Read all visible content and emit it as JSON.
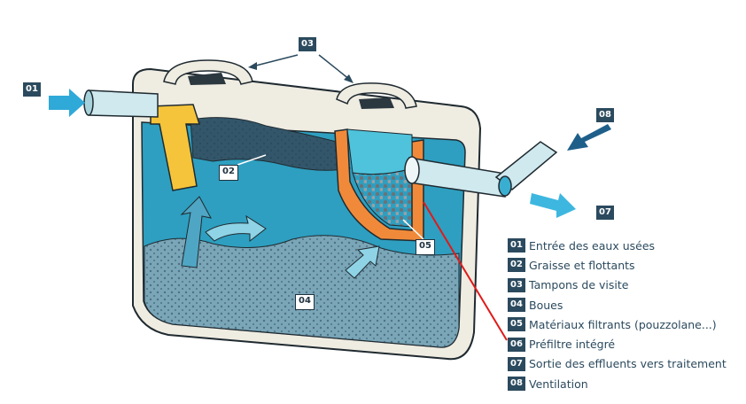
{
  "callouts": {
    "c01": "01",
    "c02": "02",
    "c03": "03",
    "c04": "04",
    "c05": "05",
    "c07": "07",
    "c08": "08"
  },
  "legend": [
    {
      "num": "01",
      "text": "Entrée des eaux usées"
    },
    {
      "num": "02",
      "text": "Graisse et flottants"
    },
    {
      "num": "03",
      "text": "Tampons de visite"
    },
    {
      "num": "04",
      "text": "Boues"
    },
    {
      "num": "05",
      "text": "Matériaux filtrants (pouzzolane...)"
    },
    {
      "num": "06",
      "text": "Préfiltre intégré"
    },
    {
      "num": "07",
      "text": "Sortie des effluents vers traitement"
    },
    {
      "num": "08",
      "text": "Ventilation"
    }
  ],
  "colors": {
    "water": "#2e9fc0",
    "shell": "#efece2",
    "filter": "#f08a3a",
    "grease": "#f5c43a",
    "sludge": "#6e9cb0",
    "arrow": "#3db7e0",
    "badge": "#2b4a5e",
    "pointer": "#e01a1a"
  }
}
